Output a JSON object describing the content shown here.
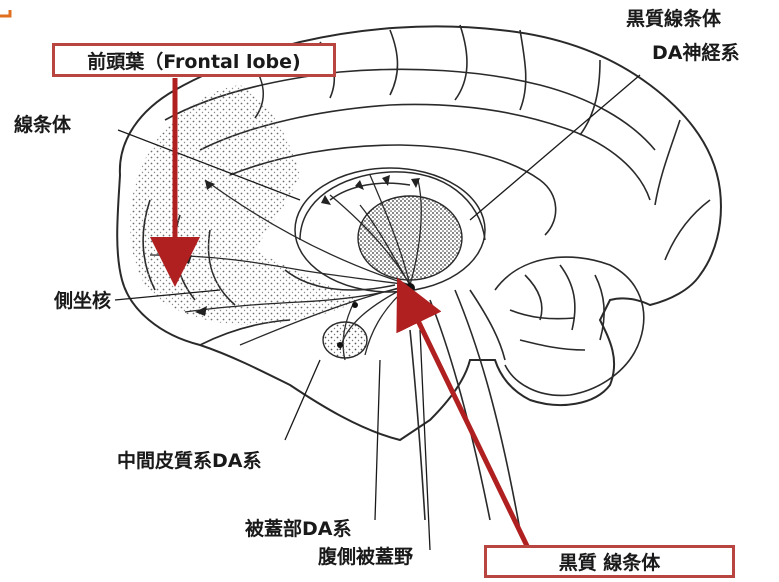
{
  "labels": {
    "frontal_lobe": "前頭葉（Frontal lobe)",
    "striatum": "線条体",
    "nucleus_accumbens": "側坐核",
    "mesocortical_da": "中間皮質系DA系",
    "tegmental_da": "被蓋部DA系",
    "vta": "腹側被蓋野",
    "nigrostriatal_line1": "黒質線条体",
    "nigrostriatal_line2": "DA神経系",
    "substantia_nigra_box": "黒質 線条体"
  },
  "colors": {
    "accent_red": "#b8453f",
    "arrow_red": "#b02020",
    "line": "#2a2a2a"
  }
}
